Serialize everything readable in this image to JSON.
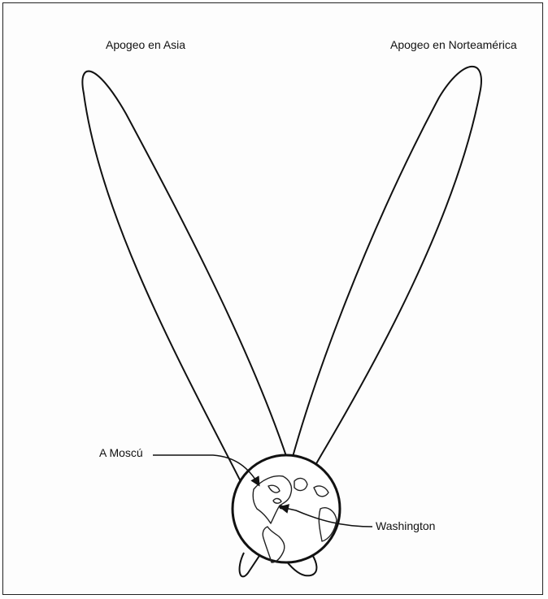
{
  "labels": {
    "apogee_asia": "Apogeo en Asia",
    "apogee_north_america": "Apogeo en Norteamérica",
    "to_moscow": "A Moscú",
    "washington": "Washington"
  }
}
